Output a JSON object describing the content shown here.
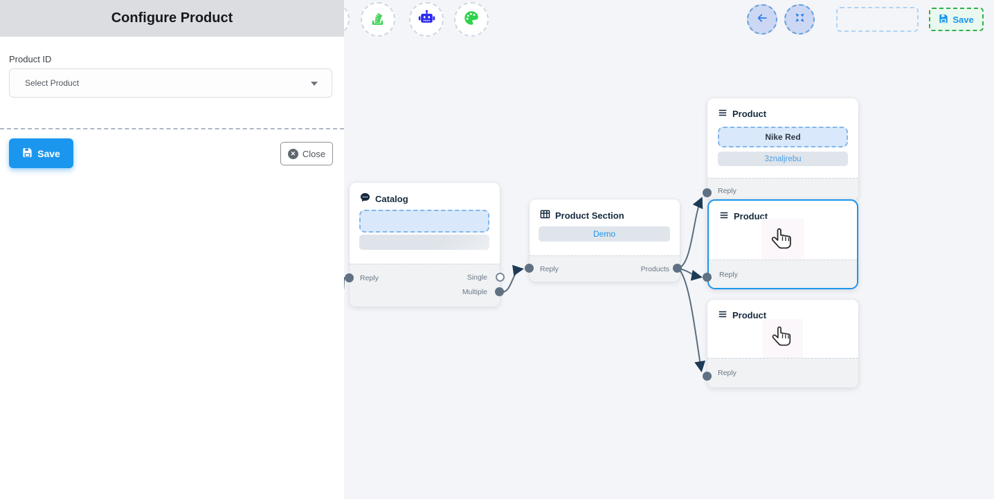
{
  "panel": {
    "title": "Configure Product",
    "product_id_label": "Product ID",
    "select_placeholder": "Select Product",
    "save_label": "Save",
    "close_label": "Close",
    "close_icon_glyph": "✕"
  },
  "topbar": {
    "save_label": "Save"
  },
  "icons": {
    "toolbar": [
      "stack-icon",
      "robot-icon",
      "palette-icon"
    ],
    "topbar": [
      "back-arrow-icon",
      "fit-view-icon",
      "save-icon"
    ],
    "panel": [
      "save-icon",
      "close-icon"
    ],
    "node_headers": {
      "catalog": "chat-bubble-icon",
      "product_section": "table-icon",
      "product": "list-icon"
    },
    "cursor": "hand-pointer-icon"
  },
  "nodes": {
    "catalog": {
      "title": "Catalog",
      "reply_label": "Reply",
      "single_label": "Single",
      "multiple_label": "Multiple"
    },
    "product_section": {
      "title": "Product Section",
      "demo_label": "Demo",
      "reply_label": "Reply",
      "products_label": "Products"
    },
    "product_top": {
      "title": "Product",
      "primary_label": "Nike Red",
      "secondary_label": "3znaljrebu",
      "reply_label": "Reply"
    },
    "product_middle": {
      "title": "Product",
      "reply_label": "Reply"
    },
    "product_bottom": {
      "title": "Product",
      "reply_label": "Reply"
    }
  },
  "colors": {
    "accent_blue": "#1b96ee",
    "canvas_bg": "#f4f5f8",
    "edge": "#5b6c7e",
    "arrowhead": "#1d3b57",
    "green_dashed_border": "#2fae49",
    "selected_node_border": "#1b96ee",
    "panel_header_bg": "#dcdde0"
  }
}
